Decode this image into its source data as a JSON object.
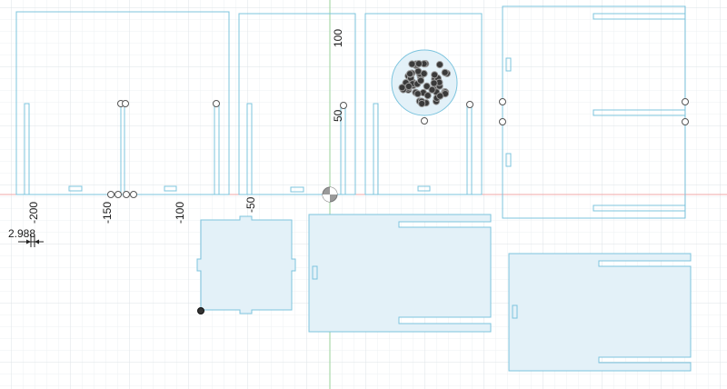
{
  "sketch_view": {
    "x_axis_ticks": [
      "-200",
      "-150",
      "-100",
      "-50"
    ],
    "y_axis_ticks": [
      "100",
      "50"
    ],
    "dimension_value": "2.988"
  },
  "colors": {
    "grid_minor": "#eef1f3",
    "grid_major": "#dde3e7",
    "sketch_line": "#7cc4de",
    "profile_fill": "#e3f1f8",
    "point_stroke": "#555555",
    "axis_red": "#f0a8a8",
    "axis_green": "#9ad29a"
  }
}
